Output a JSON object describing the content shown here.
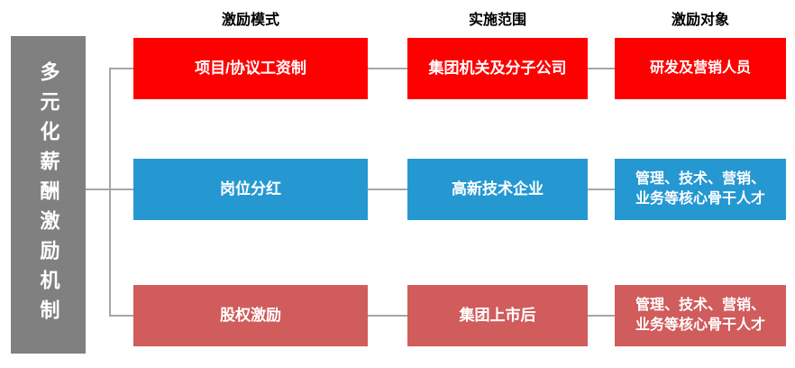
{
  "root": {
    "label": "多元化薪酬激励机制",
    "color": "#808080"
  },
  "headers": [
    {
      "label": "激励模式"
    },
    {
      "label": "实施范围"
    },
    {
      "label": "激励对象"
    }
  ],
  "rows": [
    {
      "mode": "项目/协议工资制",
      "scope": "集团机关及分子公司",
      "target": "研发及营销人员",
      "color": "#fe0000"
    },
    {
      "mode": "岗位分红",
      "scope": "高新技术企业",
      "target": "管理、技术、营销、业务等核心骨干人才",
      "color": "#2598d2"
    },
    {
      "mode": "股权激励",
      "scope": "集团上市后",
      "target": "管理、技术、营销、业务等核心骨干人才",
      "color": "#d05c5c"
    }
  ],
  "colors": {
    "connector_line": "#a6a6a6",
    "header_text": "#000000",
    "node_text": "#ffffff"
  }
}
